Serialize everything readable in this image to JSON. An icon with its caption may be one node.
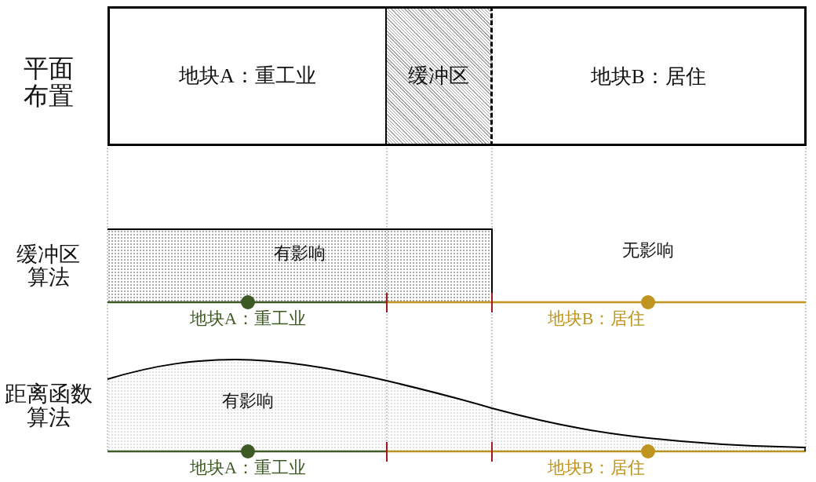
{
  "diagram": {
    "nodes": [
      {
        "text": [
          "地块A：重工业"
        ]
      },
      {
        "text": [
          "缓冲区"
        ]
      },
      {
        "text": [
          "地块B：居住"
        ]
      },
      {
        "text": [
          "有影响"
        ]
      },
      {
        "text": [
          "有影响"
        ]
      }
    ],
    "labels": [
      "平面布置",
      "缓冲区算法",
      "无影响",
      "地块A：重工业",
      "地块B：居住",
      "距离函数算法",
      "地块A：重工业",
      "地块B：居住"
    ]
  }
}
